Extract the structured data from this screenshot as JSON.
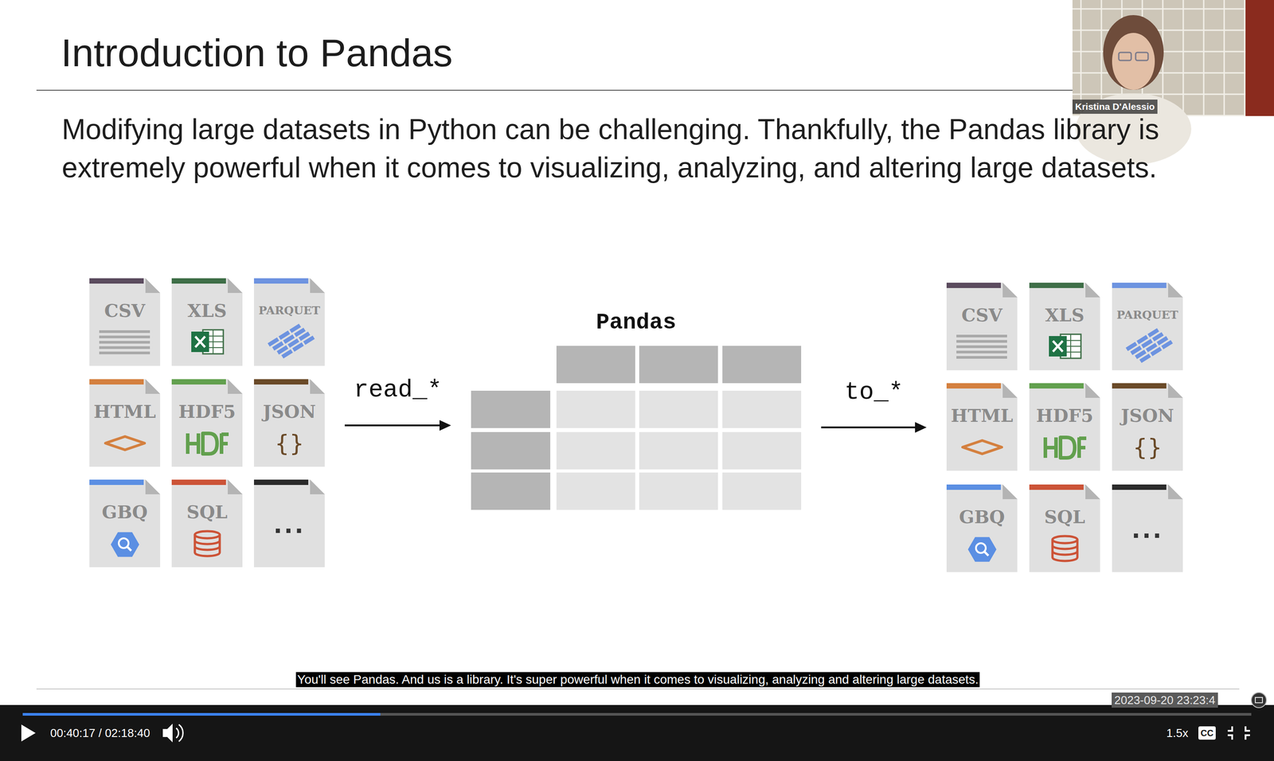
{
  "diagram": {
    "title": "Introduction to Pandas",
    "nodes": [
      {
        "text": [
          "CSV"
        ]
      },
      {
        "text": [
          "XLS"
        ]
      },
      {
        "text": [
          "PARQUET"
        ]
      },
      {
        "text": [
          "HTML"
        ]
      },
      {
        "text": [
          "HDF5"
        ]
      },
      {
        "text": [
          "JSON",
          "{}"
        ]
      },
      {
        "text": [
          "GBQ"
        ]
      },
      {
        "text": [
          "SQL"
        ]
      },
      {
        "text": [
          "..."
        ]
      },
      {
        "text": [
          "Pandas"
        ]
      },
      {
        "text": [
          "CSV"
        ]
      },
      {
        "text": [
          "XLS"
        ]
      },
      {
        "text": [
          "PARQUET"
        ]
      },
      {
        "text": [
          "HTML"
        ]
      },
      {
        "text": [
          "HDF5"
        ]
      },
      {
        "text": [
          "JSON",
          "{}"
        ]
      },
      {
        "text": [
          "GBQ"
        ]
      },
      {
        "text": [
          "SQL"
        ]
      },
      {
        "text": [
          "..."
        ]
      }
    ],
    "edges": [
      {
        "from": 5,
        "to": 9,
        "label": "read_*",
        "arrow": "to"
      },
      {
        "from": 9,
        "to": 13,
        "label": "to_*",
        "arrow": "to"
      }
    ],
    "labels": [
      "Modifying large datasets in Python can be challenging. Thankfully, the Pandas library is extremely powerful when it comes to visualizing, analyzing, and altering large datasets.",
      "Kristina D'Alessio",
      "You'll see Pandas. And us is a library. It's super powerful when it comes to visualizing, analyzing and altering large datasets.",
      "2023-09-20 23:23:4",
      "00:40:17 / 02:18:40",
      "1.5x",
      "CC"
    ]
  }
}
